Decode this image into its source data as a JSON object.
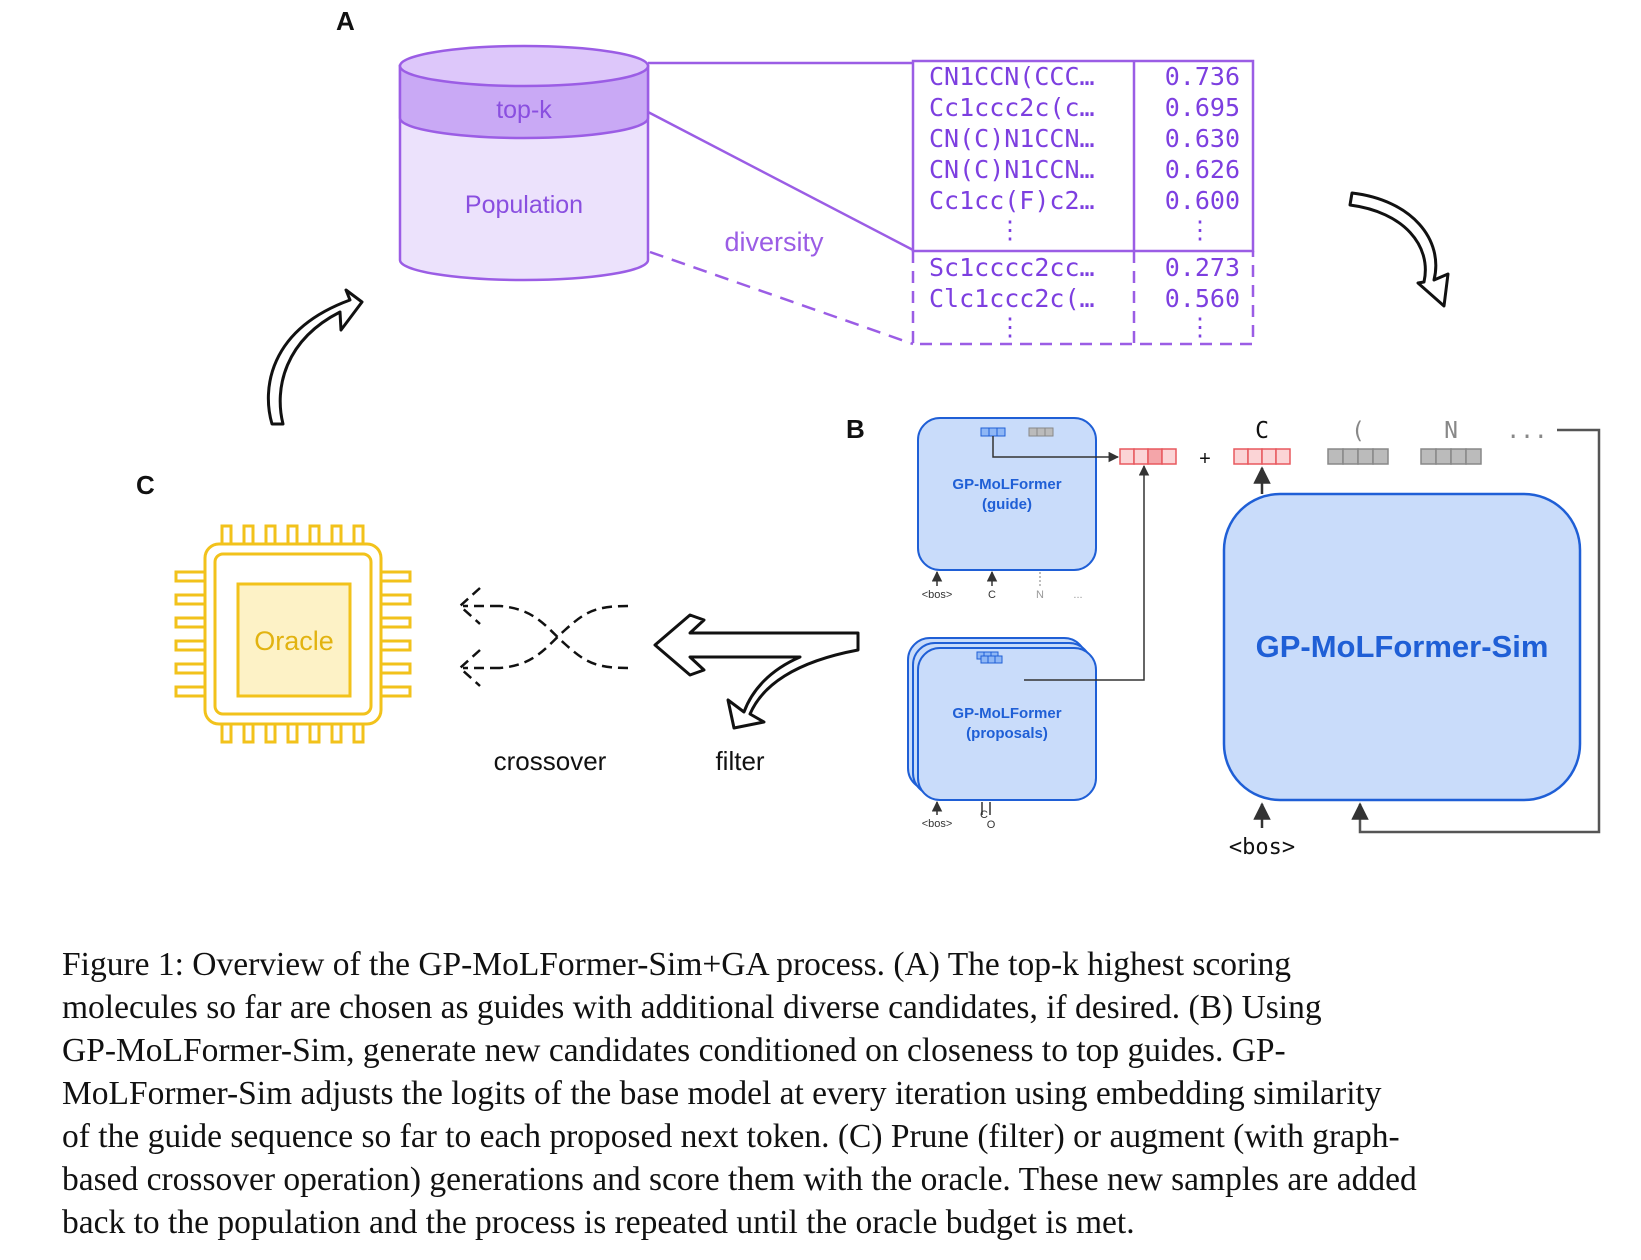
{
  "panel_labels": {
    "a": "A",
    "b": "B",
    "c": "C"
  },
  "colors": {
    "purple": "#9b5de5",
    "purple_fill": "#e7dcfb",
    "purple_top": "#c9a9f5",
    "purple_text": "#8a4fe0",
    "blue": "#1f5fd6",
    "blue_fill": "#c9dcfa",
    "yellow": "#f2c21b",
    "yellow_fill": "#fdf2c6",
    "red": "#e8585e",
    "red_fill": "#fbd4d6"
  },
  "panel_a": {
    "top_k_label": "top-k",
    "population_label": "Population",
    "diversity_label": "diversity",
    "top_rows": [
      {
        "smiles": "CN1CCN(CCC…",
        "score": "0.736"
      },
      {
        "smiles": "Cc1ccc2c(c…",
        "score": "0.695"
      },
      {
        "smiles": "CN(C)N1CCN…",
        "score": "0.630"
      },
      {
        "smiles": "CN(C)N1CCN…",
        "score": "0.626"
      },
      {
        "smiles": "Cc1cc(F)c2…",
        "score": "0.600"
      }
    ],
    "diverse_rows": [
      {
        "smiles": "Sc1cccc2cc…",
        "score": "0.273"
      },
      {
        "smiles": "Clc1ccc2c(…",
        "score": "0.560"
      }
    ],
    "ellipsis": "⋮"
  },
  "panel_b": {
    "guide_label_1": "GP-MoLFormer",
    "guide_label_2": "(guide)",
    "proposals_label_1": "GP-MoLFormer",
    "proposals_label_2": "(proposals)",
    "guide_inputs": [
      "<bos>",
      "C",
      "N",
      "..."
    ],
    "proposal_inputs": [
      "<bos>",
      "C",
      "O"
    ],
    "sim_model_label": "GP-MoLFormer-Sim",
    "plus": "+",
    "tokens": [
      "C",
      "(",
      "N",
      "..."
    ],
    "bos": "<bos>"
  },
  "panel_c": {
    "oracle_label": "Oracle",
    "crossover_label": "crossover",
    "filter_label": "filter"
  },
  "caption": {
    "lines": [
      "Figure 1: Overview of the GP-MoLFormer-Sim+GA process. (A) The top-k highest scoring",
      "molecules so far are chosen as guides with additional diverse candidates, if desired. (B) Using",
      "GP-MoLFormer-Sim, generate new candidates conditioned on closeness to top guides. GP-",
      "MoLFormer-Sim adjusts the logits of the base model at every iteration using embedding similarity",
      "of the guide sequence so far to each proposed next token. (C) Prune (filter) or augment (with graph-",
      "based crossover operation) generations and score them with the oracle. These new samples are added",
      "back to the population and the process is repeated until the oracle budget is met."
    ]
  }
}
